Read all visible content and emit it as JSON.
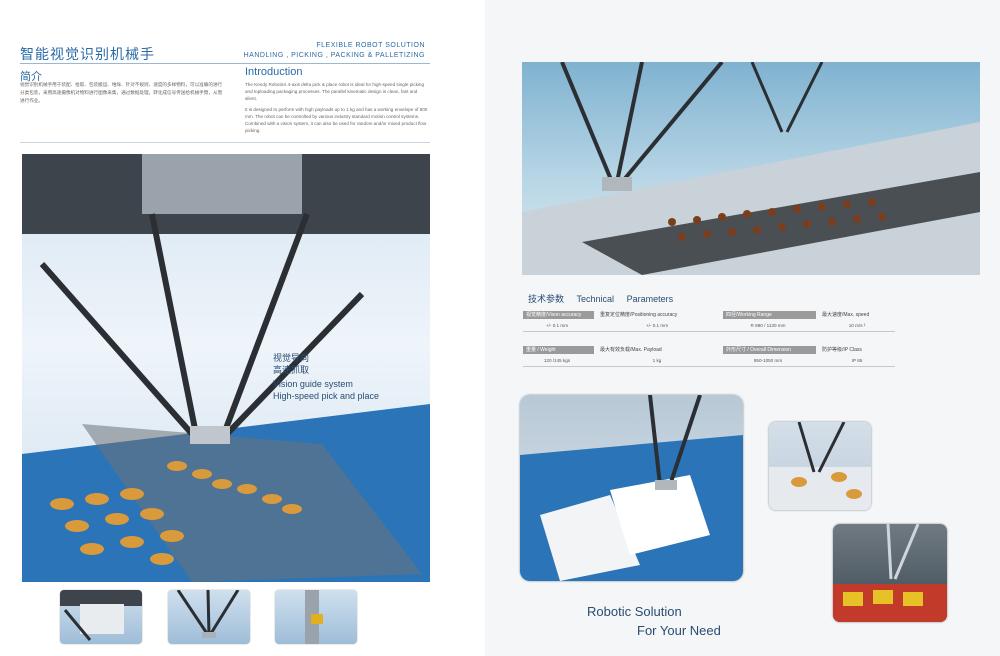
{
  "left_page": {
    "title_cn": "智能视觉识别机械手",
    "title_en_line1": "FLEXIBLE ROBOT SOLUTION",
    "title_en_line2": "HANDLING , PICKING , PACKING & PALLETIZING",
    "intro_cn_heading": "简介",
    "intro_cn_text": "视觉识别机械手用于装配、拾取、包装搬运、堆垛、针对不规则、速度的多样物料，可以准确的进行分类包装，采用高速摄像机对物料进行图像采集，通过数据处理，转化成信号传送给机械手臂，从而进行作业。",
    "intro_en_heading": "Introduction",
    "intro_en_p1": "The Kendy Robotics 4-axis delta pick & place robot is ideal for high-speed single picking and toploading packaging processes. The parallel kinematic design is clean, fast and silent.",
    "intro_en_p2": "It is designed to perform with high payloads up to 1 kg and has a working envelope of 800 mm. The robot can be controlled by various industry standard motion control systems. Combined with a vision system, it can also be used for random and/or mixed product flow picking.",
    "hero_caption_cn1": "视觉导向",
    "hero_caption_cn2": "高速抓取",
    "hero_caption_en1": "Vision guide system",
    "hero_caption_en2": "High-speed    pick and place"
  },
  "right_page": {
    "tech_title_cn": "技术参数",
    "tech_title_en1": "Technical",
    "tech_title_en2": "Parameters",
    "spec_header_1": [
      "视觉精度/Vison accuracy",
      "重复定位精度/Positioning accuracy",
      "四径/Working Range",
      "最大速度/Max. speed"
    ],
    "spec_values_1": [
      "+/- 0.1 mm",
      "+/- 0.1 mm",
      "R 880 / 1130 mm",
      "10 m/s ²"
    ],
    "spec_header_2": [
      "重量 / Weight",
      "最大有效负载/Max. Payload",
      "外形尺寸 / Overall Dimension",
      "防护等级/IP Class"
    ],
    "spec_values_2": [
      "120 /145 kgs",
      "1 kg",
      "950-1050 mm",
      "IP 65"
    ],
    "slogan_line1": "Robotic Solution",
    "slogan_line2": "For Your Need"
  },
  "colors": {
    "accent_blue": "#2b6aa6",
    "dark_text_blue": "#2b4d72",
    "spec_header_gray": "#9a9a9a",
    "conveyor_blue": "#2a74b7",
    "biscuit": "#d99a3c"
  }
}
